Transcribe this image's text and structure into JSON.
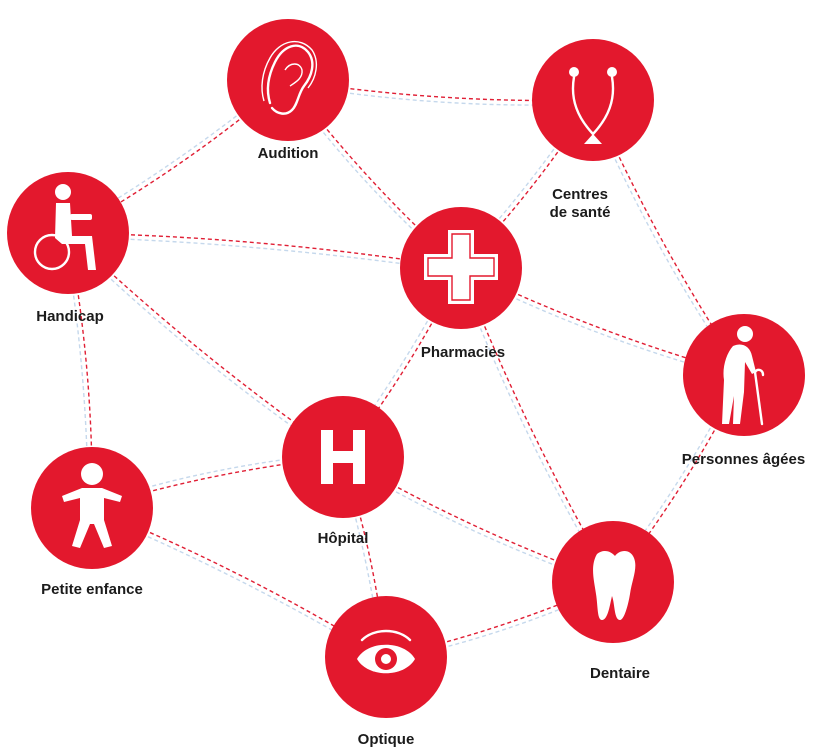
{
  "nodes": [
    {
      "id": "audition",
      "label": "Audition",
      "icon": "ear-icon"
    },
    {
      "id": "centres",
      "label": "Centres\nde santé",
      "icon": "stethoscope-icon"
    },
    {
      "id": "handicap",
      "label": "Handicap",
      "icon": "wheelchair-icon"
    },
    {
      "id": "pharmacies",
      "label": "Pharmacies",
      "icon": "pharmacy-cross-icon"
    },
    {
      "id": "personnes",
      "label": "Personnes âgées",
      "icon": "elderly-person-icon"
    },
    {
      "id": "hopital",
      "label": "Hôpital",
      "icon": "hospital-h-icon"
    },
    {
      "id": "petite",
      "label": "Petite enfance",
      "icon": "child-icon"
    },
    {
      "id": "dentaire",
      "label": "Dentaire",
      "icon": "tooth-icon"
    },
    {
      "id": "optique",
      "label": "Optique",
      "icon": "eye-icon"
    }
  ],
  "edges": [
    [
      "audition",
      "centres"
    ],
    [
      "audition",
      "handicap"
    ],
    [
      "audition",
      "pharmacies"
    ],
    [
      "centres",
      "pharmacies"
    ],
    [
      "centres",
      "personnes"
    ],
    [
      "handicap",
      "pharmacies"
    ],
    [
      "handicap",
      "hopital"
    ],
    [
      "handicap",
      "petite"
    ],
    [
      "pharmacies",
      "personnes"
    ],
    [
      "pharmacies",
      "hopital"
    ],
    [
      "pharmacies",
      "dentaire"
    ],
    [
      "personnes",
      "dentaire"
    ],
    [
      "hopital",
      "petite"
    ],
    [
      "hopital",
      "optique"
    ],
    [
      "hopital",
      "dentaire"
    ],
    [
      "petite",
      "optique"
    ],
    [
      "optique",
      "dentaire"
    ]
  ],
  "colors": {
    "node": "#e3182d",
    "edge_red": "#e01f35",
    "edge_blue": "#c5d8ec",
    "text": "#1b1b1b"
  }
}
